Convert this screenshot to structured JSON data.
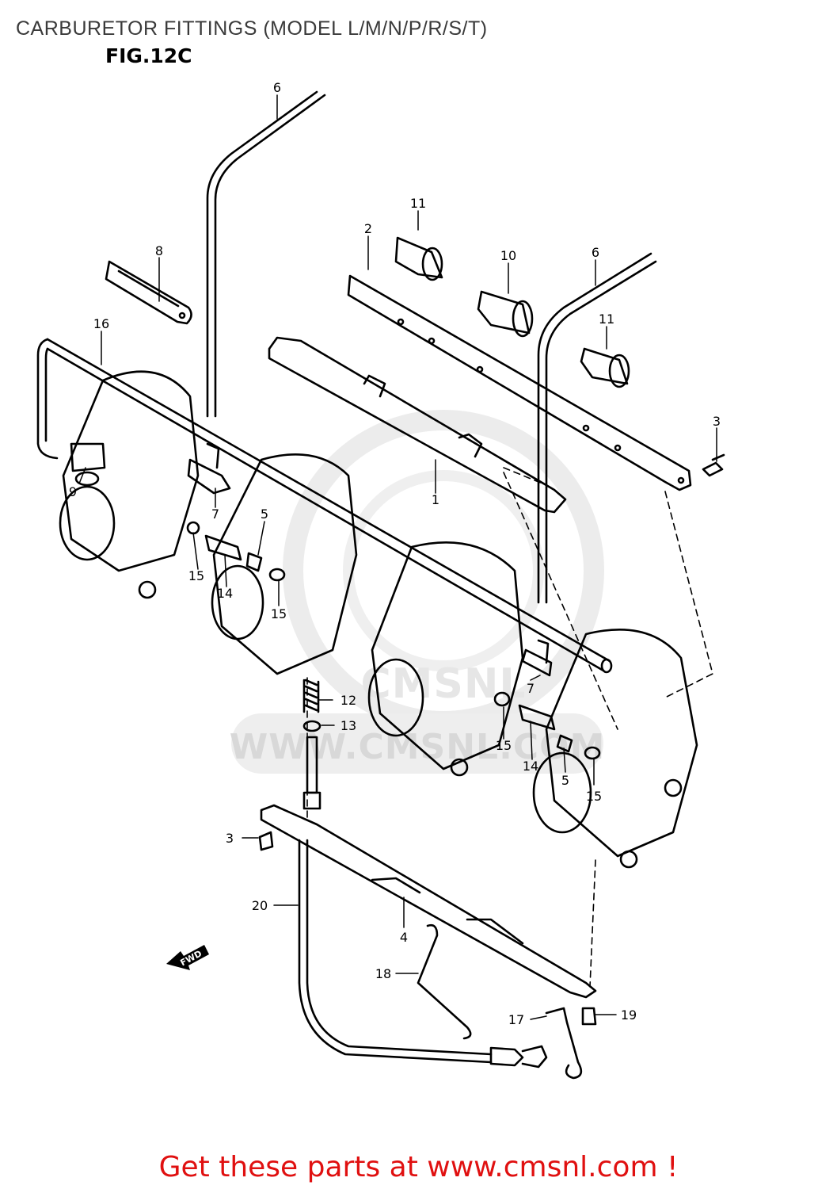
{
  "header": {
    "title": "CARBURETOR FITTINGS (MODEL L/M/N/P/R/S/T)",
    "figure": "FIG.12C"
  },
  "watermark": {
    "text": "WWW.CMSNL.COM",
    "logo_text": "CMSNL"
  },
  "direction_indicator": "FWD",
  "callouts": [
    {
      "id": "c-6a",
      "label": "6"
    },
    {
      "id": "c-11a",
      "label": "11"
    },
    {
      "id": "c-2",
      "label": "2"
    },
    {
      "id": "c-10",
      "label": "10"
    },
    {
      "id": "c-6b",
      "label": "6"
    },
    {
      "id": "c-8",
      "label": "8"
    },
    {
      "id": "c-11b",
      "label": "11"
    },
    {
      "id": "c-16",
      "label": "16"
    },
    {
      "id": "c-3a",
      "label": "3"
    },
    {
      "id": "c-1",
      "label": "1"
    },
    {
      "id": "c-9",
      "label": "9"
    },
    {
      "id": "c-7a",
      "label": "7"
    },
    {
      "id": "c-5a",
      "label": "5"
    },
    {
      "id": "c-15a",
      "label": "15"
    },
    {
      "id": "c-14a",
      "label": "14"
    },
    {
      "id": "c-15b",
      "label": "15"
    },
    {
      "id": "c-12",
      "label": "12"
    },
    {
      "id": "c-13",
      "label": "13"
    },
    {
      "id": "c-7b",
      "label": "7"
    },
    {
      "id": "c-15c",
      "label": "15"
    },
    {
      "id": "c-14b",
      "label": "14"
    },
    {
      "id": "c-5b",
      "label": "5"
    },
    {
      "id": "c-15d",
      "label": "15"
    },
    {
      "id": "c-3b",
      "label": "3"
    },
    {
      "id": "c-20",
      "label": "20"
    },
    {
      "id": "c-4",
      "label": "4"
    },
    {
      "id": "c-18",
      "label": "18"
    },
    {
      "id": "c-17",
      "label": "17"
    },
    {
      "id": "c-19",
      "label": "19"
    }
  ],
  "footer": {
    "cta": "Get these parts at www.cmsnl.com !"
  }
}
